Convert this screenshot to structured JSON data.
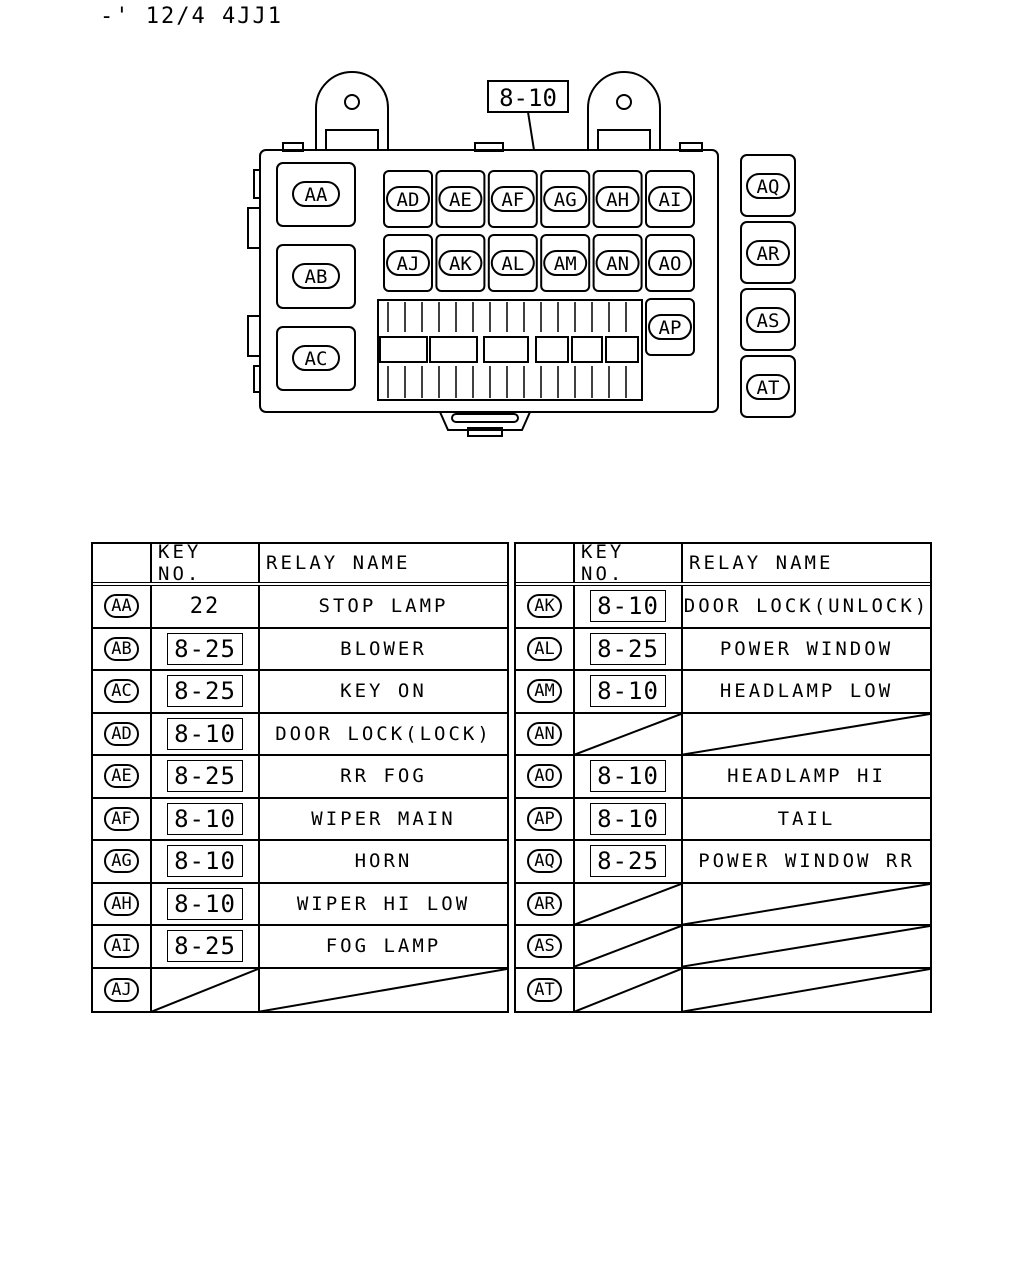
{
  "header": {
    "code": "-' 12/4 4JJ1"
  },
  "diagram": {
    "callout_label": "8-10",
    "left_relays": [
      "AA",
      "AB",
      "AC"
    ],
    "top_row": [
      "AD",
      "AE",
      "AF",
      "AG",
      "AH",
      "AI"
    ],
    "second_row": [
      "AJ",
      "AK",
      "AL",
      "AM",
      "AN",
      "AO"
    ],
    "extra_relay": "AP",
    "side_relays": [
      "AQ",
      "AR",
      "AS",
      "AT"
    ]
  },
  "table_headers": {
    "key_no": "KEY NO.",
    "relay_name": "RELAY NAME"
  },
  "left_table": [
    {
      "tag": "AA",
      "key": "22",
      "boxed": false,
      "name": "STOP LAMP"
    },
    {
      "tag": "AB",
      "key": "8-25",
      "boxed": true,
      "name": "BLOWER"
    },
    {
      "tag": "AC",
      "key": "8-25",
      "boxed": true,
      "name": "KEY ON"
    },
    {
      "tag": "AD",
      "key": "8-10",
      "boxed": true,
      "name": "DOOR LOCK(LOCK)"
    },
    {
      "tag": "AE",
      "key": "8-25",
      "boxed": true,
      "name": "RR FOG"
    },
    {
      "tag": "AF",
      "key": "8-10",
      "boxed": true,
      "name": "WIPER MAIN"
    },
    {
      "tag": "AG",
      "key": "8-10",
      "boxed": true,
      "name": "HORN"
    },
    {
      "tag": "AH",
      "key": "8-10",
      "boxed": true,
      "name": "WIPER HI LOW"
    },
    {
      "tag": "AI",
      "key": "8-25",
      "boxed": true,
      "name": "FOG LAMP"
    },
    {
      "tag": "AJ",
      "key": "",
      "boxed": false,
      "name": "",
      "empty": true
    }
  ],
  "right_table": [
    {
      "tag": "AK",
      "key": "8-10",
      "boxed": true,
      "name": "DOOR LOCK(UNLOCK)"
    },
    {
      "tag": "AL",
      "key": "8-25",
      "boxed": true,
      "name": "POWER WINDOW"
    },
    {
      "tag": "AM",
      "key": "8-10",
      "boxed": true,
      "name": "HEADLAMP LOW"
    },
    {
      "tag": "AN",
      "key": "",
      "boxed": false,
      "name": "",
      "empty": true
    },
    {
      "tag": "AO",
      "key": "8-10",
      "boxed": true,
      "name": "HEADLAMP HI"
    },
    {
      "tag": "AP",
      "key": "8-10",
      "boxed": true,
      "name": "TAIL"
    },
    {
      "tag": "AQ",
      "key": "8-25",
      "boxed": true,
      "name": "POWER WINDOW RR"
    },
    {
      "tag": "AR",
      "key": "",
      "boxed": false,
      "name": "",
      "empty": true
    },
    {
      "tag": "AS",
      "key": "",
      "boxed": false,
      "name": "",
      "empty": true
    },
    {
      "tag": "AT",
      "key": "",
      "boxed": false,
      "name": "",
      "empty": true
    }
  ]
}
